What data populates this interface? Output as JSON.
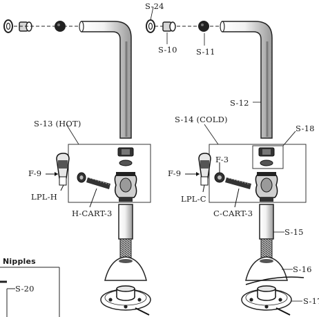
{
  "diagram": {
    "labels": {
      "s24": "S-24",
      "s10": "S-10",
      "s11": "S-11",
      "s12": "S-12",
      "s13": "S-13 (HOT)",
      "s14": "S-14 (COLD)",
      "s18": "S-18",
      "f9_left": "F-9",
      "f9_right": "F-9",
      "f3": "F-3",
      "lplh": "LPL-H",
      "lplc": "LPL-C",
      "hcart": "H-CART-3",
      "ccart": "C-CART-3",
      "s15": "S-15",
      "s16": "S-16",
      "s17": "S-17",
      "s20": "S-20",
      "nipples": "Nipples"
    },
    "colors": {
      "ink": "#1a1a1a",
      "shade": "#6a6a6a",
      "light": "#e8e8e8"
    }
  }
}
